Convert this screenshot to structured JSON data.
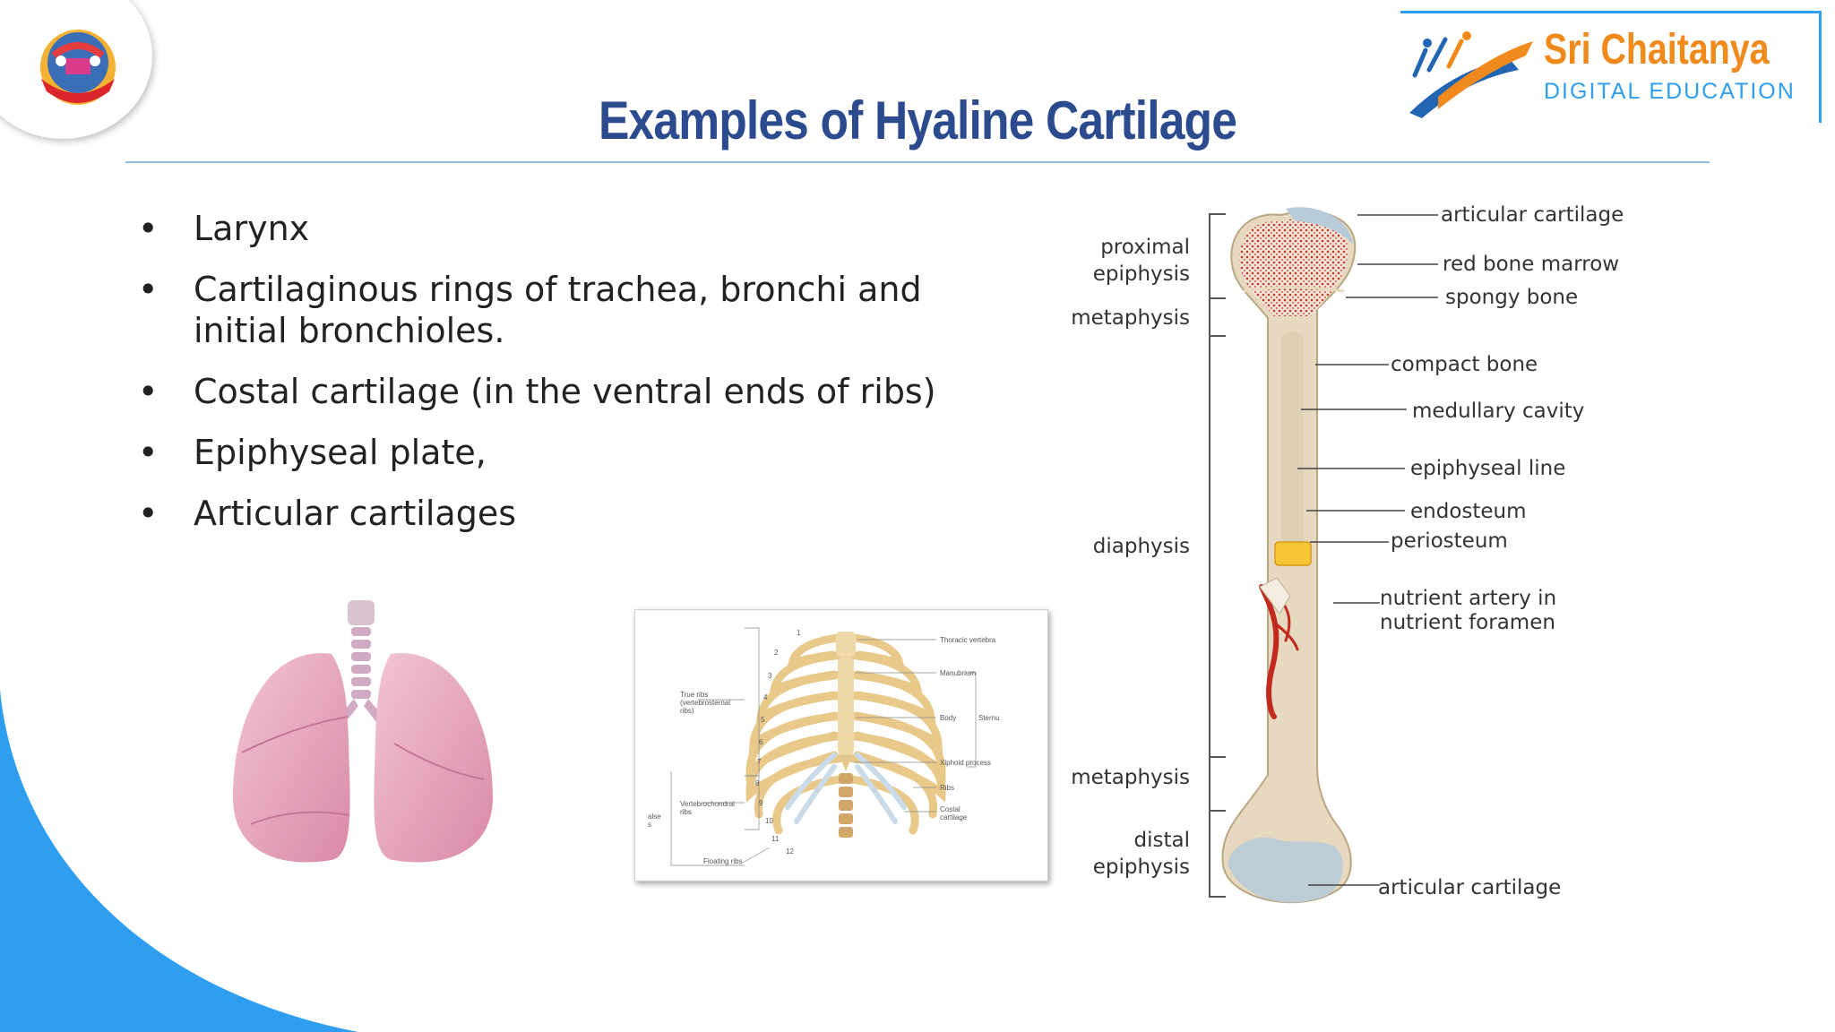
{
  "title": "Examples of Hyaline Cartilage",
  "bullets": [
    "Larynx",
    "Cartilaginous rings of trachea, bronchi and initial bronchioles.",
    "Costal cartilage (in the ventral ends of ribs)",
    "Epiphyseal plate,",
    "Articular cartilages"
  ],
  "brand": {
    "name": "Sri Chaitanya",
    "tagline": "DIGITAL EDUCATION"
  },
  "bone_labels_right": {
    "articular_top": "articular cartilage",
    "red_marrow": "red bone marrow",
    "spongy": "spongy bone",
    "compact": "compact bone",
    "medullary": "medullary cavity",
    "epiphyseal_line": "epiphyseal line",
    "endosteum": "endosteum",
    "periosteum": "periosteum",
    "nutrient_line1": "nutrient artery in",
    "nutrient_line2": "nutrient foramen",
    "articular_bottom": "articular cartilage"
  },
  "bone_labels_left": {
    "proximal_1": "proximal",
    "proximal_2": "epiphysis",
    "metaphysis_top": "metaphysis",
    "diaphysis": "diaphysis",
    "metaphysis_bottom": "metaphysis",
    "distal_1": "distal",
    "distal_2": "epiphysis"
  },
  "rib_labels": {
    "thoracic_vertebra": "Thoracic vertebra",
    "manubrium": "Manubrium",
    "body": "Body",
    "sternum": "Sternu",
    "xiphoid": "Xiphoid process",
    "ribs": "Ribs",
    "costal_1": "Costal",
    "costal_2": "cartilage",
    "true_1": "True ribs",
    "true_2": "(vertebrosternal",
    "true_3": "ribs)",
    "vchondral_1": "Vertebrochondral",
    "vchondral_2": "ribs",
    "false_1": "alse",
    "false_2": "s",
    "floating": "Floating ribs",
    "numbers": [
      "1",
      "2",
      "3",
      "4",
      "5",
      "6",
      "7",
      "8",
      "9",
      "10",
      "11",
      "12"
    ]
  },
  "colors": {
    "title": "#2b4b8e",
    "accent_blue": "#2f9ef0",
    "brand_blue": "#2266b3",
    "brand_orange": "#f08a1c",
    "lung_pink": "#e8a9c0",
    "bone_shaft": "#e7d9bf",
    "marrow_red": "#c23a2a",
    "cartilage_blue": "#b8cbd8"
  }
}
